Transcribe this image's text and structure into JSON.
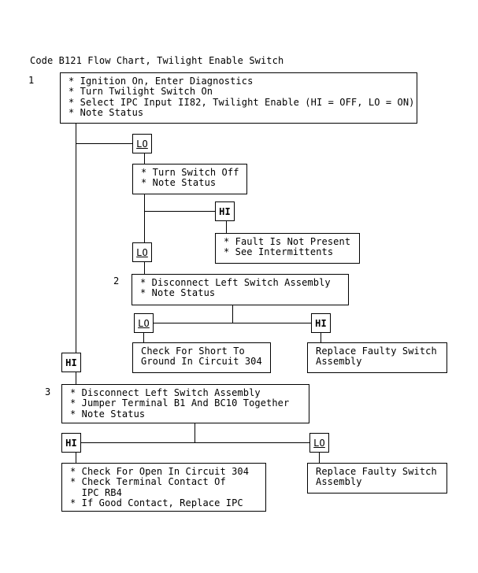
{
  "title": "Code B121 Flow Chart, Twilight Enable Switch",
  "colors": {
    "background": "#ffffff",
    "lines_and_text": "#000000"
  },
  "flowchart": {
    "step_numbers": {
      "one": "1",
      "two": "2",
      "three": "3"
    },
    "boxes": {
      "step1": {
        "lines": [
          "* Ignition On, Enter Diagnostics",
          "* Turn Twilight Switch On",
          "* Select IPC Input II82, Twilight Enable (HI = OFF, LO = ON)",
          "* Note Status"
        ]
      },
      "turn_switch_off": {
        "lines": [
          "* Turn Switch Off",
          "* Note Status"
        ]
      },
      "fault_not_present": {
        "lines": [
          "* Fault Is Not Present",
          "* See Intermittents"
        ]
      },
      "step2": {
        "lines": [
          "* Disconnect Left Switch Assembly",
          "* Note Status"
        ]
      },
      "check_short": {
        "lines": [
          "Check For Short To",
          "Ground In Circuit 304"
        ]
      },
      "replace_switch_right": {
        "lines": [
          "Replace Faulty Switch",
          "Assembly"
        ]
      },
      "step3": {
        "lines": [
          "* Disconnect Left Switch Assembly",
          "* Jumper Terminal B1 And BC10 Together",
          "* Note Status"
        ]
      },
      "check_open": {
        "lines": [
          "* Check For Open In Circuit 304",
          "* Check Terminal Contact Of",
          "  IPC RB4",
          "* If Good Contact, Replace IPC"
        ]
      },
      "replace_switch_bottom": {
        "lines": [
          "Replace Faulty Switch",
          "Assembly"
        ]
      }
    },
    "branch_labels": {
      "lo1": "LO",
      "hi1": "HI",
      "lo2": "LO",
      "lo3": "LO",
      "hi2": "HI",
      "hi3": "HI",
      "hi4": "HI",
      "lo4": "LO"
    }
  }
}
